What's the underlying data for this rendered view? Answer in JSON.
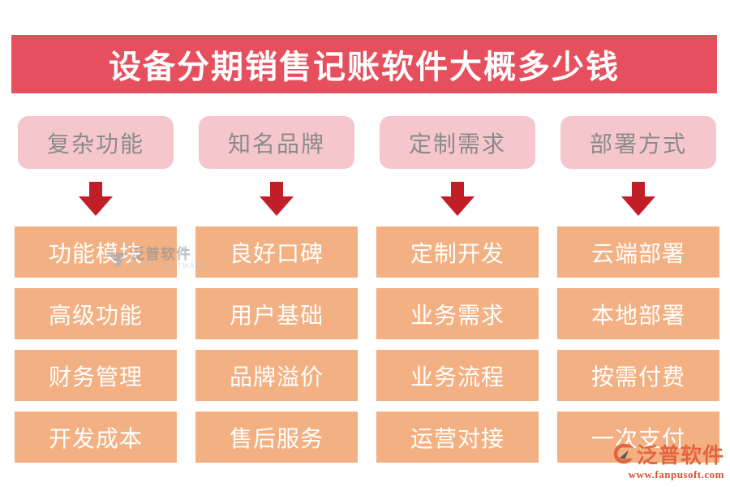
{
  "page": {
    "title": "设备分期销售记账软件大概多少钱"
  },
  "columns": [
    {
      "header": "复杂功能",
      "items": [
        "功能模块",
        "高级功能",
        "财务管理",
        "开发成本"
      ]
    },
    {
      "header": "知名品牌",
      "items": [
        "良好口碑",
        "用户基础",
        "品牌溢价",
        "售后服务"
      ]
    },
    {
      "header": "定制需求",
      "items": [
        "定制开发",
        "业务需求",
        "业务流程",
        "运营对接"
      ]
    },
    {
      "header": "部署方式",
      "items": [
        "云端部署",
        "本地部署",
        "按需付费",
        "一次支付"
      ]
    }
  ],
  "watermark": {
    "brand": "泛普软件",
    "brand_en": "FANPU SOFTWARE"
  },
  "footer": {
    "brand": "泛普软件",
    "url": "www.fanpusoft.com"
  },
  "icons": {
    "down_arrow": "down-arrow-icon",
    "fanpu_logo": "fanpu-logo-icon"
  },
  "colors": {
    "banner_bg": "#E64F5E",
    "banner_text": "#FFFFFF",
    "header_box_bg": "#F5C6CB",
    "header_text": "#8B8B8B",
    "arrow_red": "#C21E28",
    "item_bg": "#F3B183",
    "item_text": "#FFFFFF",
    "brand_orange": "#E2653F",
    "url_red": "#D4502F"
  }
}
